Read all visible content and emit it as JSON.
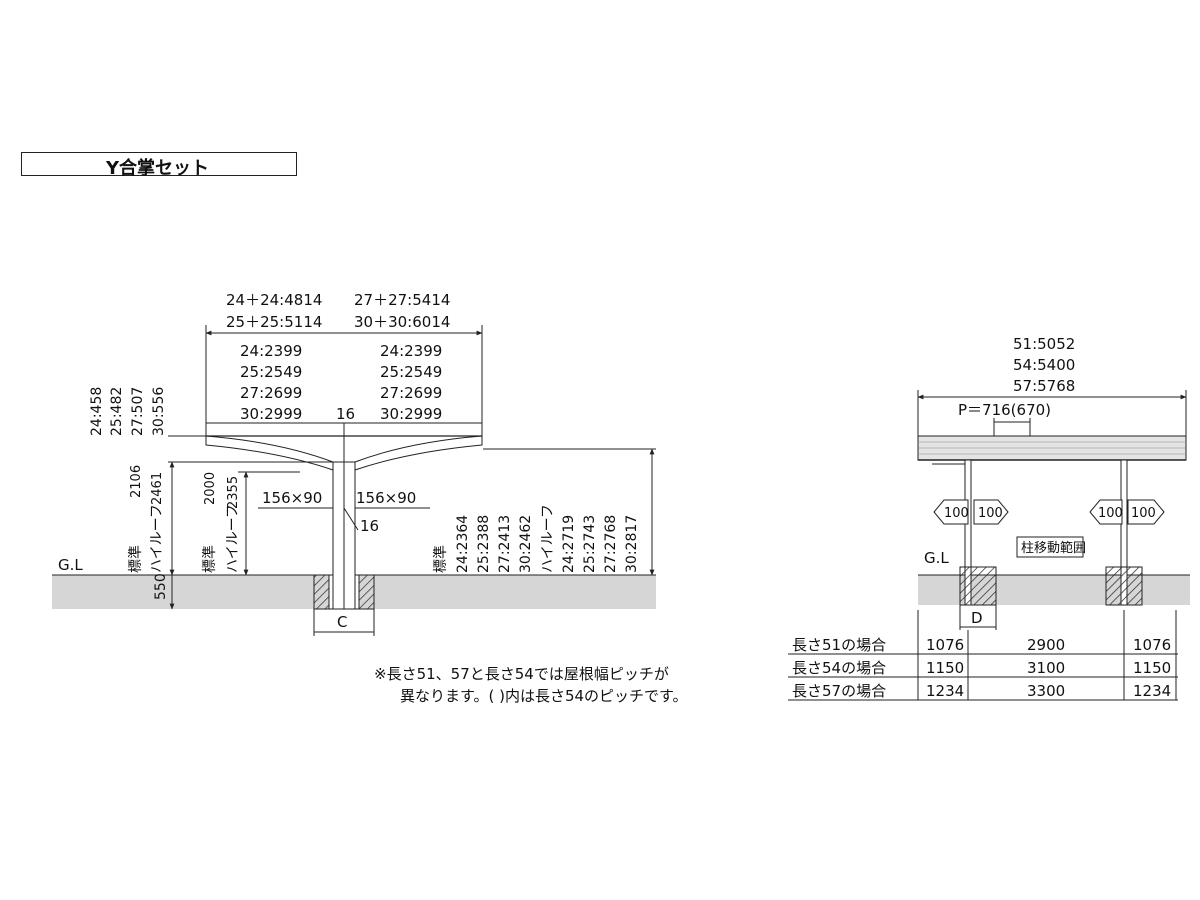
{
  "title": "Y合掌セット",
  "front": {
    "overall_widths": [
      "24＋24:4814",
      "25＋25:5114",
      "27＋27:5414",
      "30＋30:6014"
    ],
    "half_widths_left": [
      "24:2399",
      "25:2549",
      "27:2699",
      "30:2999"
    ],
    "half_widths_right": [
      "24:2399",
      "25:2549",
      "27:2699",
      "30:2999"
    ],
    "center_dim": "16",
    "roof_drop": [
      "24:458",
      "25:482",
      "27:507",
      "30:556"
    ],
    "outer_height_std": "2106",
    "outer_height_hi": "2461",
    "label_std": "標準",
    "label_hi": "ハイルーフ",
    "inner_height_std": "2000",
    "inner_height_hi": "2355",
    "post_section_left": "156×90",
    "post_section_right": "156×90",
    "post_gap": "16",
    "total_std": [
      "24:2364",
      "25:2388",
      "27:2413",
      "30:2462"
    ],
    "total_hi": [
      "24:2719",
      "25:2743",
      "27:2768",
      "30:2817"
    ],
    "ground_label": "G.L",
    "foundation_depth": "550",
    "foundation_label": "C"
  },
  "side": {
    "lengths": [
      "51:5052",
      "54:5400",
      "57:5768"
    ],
    "pitch": "P＝716(670)",
    "range_left_a": "100",
    "range_left_b": "100",
    "range_right_a": "100",
    "range_right_b": "100",
    "range_label": "柱移動範囲",
    "ground_label": "G.L",
    "foundation_label": "D"
  },
  "spacing_table": {
    "rows": [
      {
        "label": "長さ51の場合",
        "a": "1076",
        "b": "2900",
        "c": "1076"
      },
      {
        "label": "長さ54の場合",
        "a": "1150",
        "b": "3100",
        "c": "1150"
      },
      {
        "label": "長さ57の場合",
        "a": "1234",
        "b": "3300",
        "c": "1234"
      }
    ]
  },
  "note": {
    "line1": "※長さ51、57と長さ54では屋根幅ピッチが",
    "line2": "異なります。( )内は長さ54のピッチです。"
  },
  "colors": {
    "line": "#222222",
    "ground": "#d6d6d6",
    "roof": "#cfcfcf"
  }
}
